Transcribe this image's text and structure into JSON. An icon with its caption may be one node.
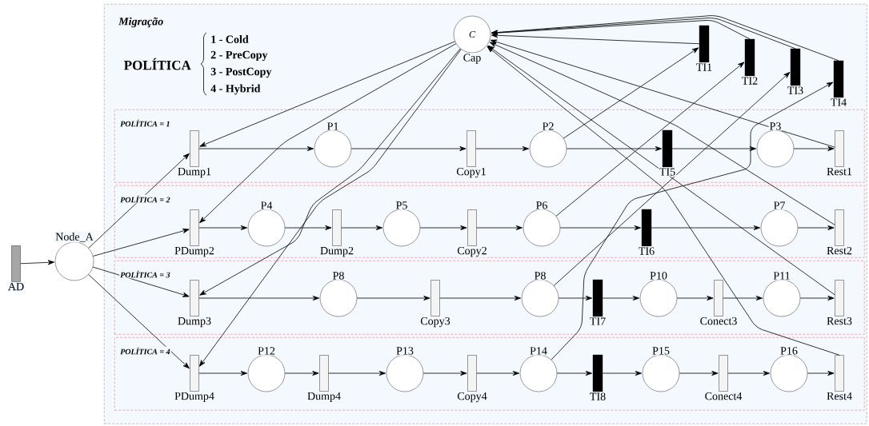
{
  "diagram": {
    "nodes": [
      {
        "text": [
          "Migração"
        ]
      },
      {
        "text": [
          "C",
          "Cap"
        ],
        "in": 0
      },
      {
        "text": [
          "TI1"
        ],
        "in": 0
      },
      {
        "text": [
          "TI2"
        ],
        "in": 0
      },
      {
        "text": [
          "TI3"
        ],
        "in": 0
      },
      {
        "text": [
          "TI4"
        ],
        "in": 0
      },
      {
        "text": [
          "AD"
        ]
      },
      {
        "text": [
          "Node_A"
        ]
      },
      {
        "text": [
          "POLÍTICA = 1"
        ],
        "in": 0
      },
      {
        "text": [
          "Dump1"
        ],
        "in": 8
      },
      {
        "text": [
          "P1"
        ],
        "in": 8
      },
      {
        "text": [
          "Copy1"
        ],
        "in": 8
      },
      {
        "text": [
          "P2"
        ],
        "in": 8
      },
      {
        "text": [
          "TI5"
        ],
        "in": 8
      },
      {
        "text": [
          "P3"
        ],
        "in": 8
      },
      {
        "text": [
          "Rest1"
        ],
        "in": 8
      },
      {
        "text": [
          "POLÍTICA = 2"
        ],
        "in": 0
      },
      {
        "text": [
          "PDump2"
        ],
        "in": 16
      },
      {
        "text": [
          "P4"
        ],
        "in": 16
      },
      {
        "text": [
          "Dump2"
        ],
        "in": 16
      },
      {
        "text": [
          "P5"
        ],
        "in": 16
      },
      {
        "text": [
          "Copy2"
        ],
        "in": 16
      },
      {
        "text": [
          "P6"
        ],
        "in": 16
      },
      {
        "text": [
          "TI6"
        ],
        "in": 16
      },
      {
        "text": [
          "P7"
        ],
        "in": 16
      },
      {
        "text": [
          "Rest2"
        ],
        "in": 16
      },
      {
        "text": [
          "POLÍTICA = 3"
        ],
        "in": 0
      },
      {
        "text": [
          "Dump3"
        ],
        "in": 26
      },
      {
        "text": [
          "P8"
        ],
        "in": 26
      },
      {
        "text": [
          "Copy3"
        ],
        "in": 26
      },
      {
        "text": [
          "P8"
        ],
        "in": 26
      },
      {
        "text": [
          "TI7"
        ],
        "in": 26
      },
      {
        "text": [
          "P10"
        ],
        "in": 26
      },
      {
        "text": [
          "Conect3"
        ],
        "in": 26
      },
      {
        "text": [
          "P11"
        ],
        "in": 26
      },
      {
        "text": [
          "Rest3"
        ],
        "in": 26
      },
      {
        "text": [
          "POLÍTICA = 4"
        ],
        "in": 0
      },
      {
        "text": [
          "PDump4"
        ],
        "in": 36
      },
      {
        "text": [
          "P12"
        ],
        "in": 36
      },
      {
        "text": [
          "Dump4"
        ],
        "in": 36
      },
      {
        "text": [
          "P13"
        ],
        "in": 36
      },
      {
        "text": [
          "Copy4"
        ],
        "in": 36
      },
      {
        "text": [
          "P14"
        ],
        "in": 36
      },
      {
        "text": [
          "TI8"
        ],
        "in": 36
      },
      {
        "text": [
          "P15"
        ],
        "in": 36
      },
      {
        "text": [
          "Conect4"
        ],
        "in": 36
      },
      {
        "text": [
          "P16"
        ],
        "in": 36
      },
      {
        "text": [
          "Rest4"
        ],
        "in": 36
      }
    ],
    "edges": [
      {
        "from": 6,
        "to": 7,
        "arrow": "to"
      },
      {
        "from": 7,
        "to": 9,
        "arrow": "to"
      },
      {
        "from": 7,
        "to": 17,
        "arrow": "to"
      },
      {
        "from": 7,
        "to": 27,
        "arrow": "to"
      },
      {
        "from": 7,
        "to": 37,
        "arrow": "to"
      },
      {
        "from": 9,
        "to": 10,
        "arrow": "to"
      },
      {
        "from": 10,
        "to": 11,
        "arrow": "to"
      },
      {
        "from": 11,
        "to": 12,
        "arrow": "to"
      },
      {
        "from": 12,
        "to": 13,
        "arrow": "to"
      },
      {
        "from": 13,
        "to": 14,
        "arrow": "to"
      },
      {
        "from": 14,
        "to": 15,
        "arrow": "to"
      },
      {
        "from": 17,
        "to": 18,
        "arrow": "to"
      },
      {
        "from": 18,
        "to": 19,
        "arrow": "to"
      },
      {
        "from": 19,
        "to": 20,
        "arrow": "to"
      },
      {
        "from": 20,
        "to": 21,
        "arrow": "to"
      },
      {
        "from": 21,
        "to": 22,
        "arrow": "to"
      },
      {
        "from": 22,
        "to": 23,
        "arrow": "to"
      },
      {
        "from": 23,
        "to": 24,
        "arrow": "to"
      },
      {
        "from": 24,
        "to": 25,
        "arrow": "to"
      },
      {
        "from": 27,
        "to": 28,
        "arrow": "to"
      },
      {
        "from": 28,
        "to": 29,
        "arrow": "to"
      },
      {
        "from": 29,
        "to": 30,
        "arrow": "to"
      },
      {
        "from": 30,
        "to": 31,
        "arrow": "to"
      },
      {
        "from": 31,
        "to": 32,
        "arrow": "to"
      },
      {
        "from": 32,
        "to": 33,
        "arrow": "to"
      },
      {
        "from": 33,
        "to": 34,
        "arrow": "to"
      },
      {
        "from": 34,
        "to": 35,
        "arrow": "to"
      },
      {
        "from": 37,
        "to": 38,
        "arrow": "to"
      },
      {
        "from": 38,
        "to": 39,
        "arrow": "to"
      },
      {
        "from": 39,
        "to": 40,
        "arrow": "to"
      },
      {
        "from": 40,
        "to": 41,
        "arrow": "to"
      },
      {
        "from": 41,
        "to": 42,
        "arrow": "to"
      },
      {
        "from": 42,
        "to": 43,
        "arrow": "to"
      },
      {
        "from": 43,
        "to": 44,
        "arrow": "to"
      },
      {
        "from": 44,
        "to": 45,
        "arrow": "to"
      },
      {
        "from": 45,
        "to": 46,
        "arrow": "to"
      },
      {
        "from": 46,
        "to": 47,
        "arrow": "to"
      },
      {
        "from": 1,
        "to": 9,
        "arrow": "to"
      },
      {
        "from": 1,
        "to": 17,
        "arrow": "to"
      },
      {
        "from": 1,
        "to": 27,
        "arrow": "to"
      },
      {
        "from": 1,
        "to": 37,
        "arrow": "to"
      },
      {
        "from": 2,
        "to": 1,
        "arrow": "to"
      },
      {
        "from": 3,
        "to": 1,
        "arrow": "to"
      },
      {
        "from": 4,
        "to": 1,
        "arrow": "to"
      },
      {
        "from": 5,
        "to": 1,
        "arrow": "to"
      },
      {
        "from": 15,
        "to": 1,
        "arrow": "to"
      },
      {
        "from": 25,
        "to": 1,
        "arrow": "to"
      },
      {
        "from": 35,
        "to": 1,
        "arrow": "to"
      },
      {
        "from": 47,
        "to": 1,
        "arrow": "to"
      },
      {
        "from": 12,
        "to": 2,
        "arrow": "to"
      },
      {
        "from": 22,
        "to": 3,
        "arrow": "to"
      },
      {
        "from": 30,
        "to": 4,
        "arrow": "to"
      },
      {
        "from": 42,
        "to": 5,
        "arrow": "to"
      }
    ],
    "labels": [
      "POLÍTICA",
      "1 - Cold",
      "2 - PreCopy",
      "3 - PostCopy",
      "4 - Hybrid"
    ]
  }
}
